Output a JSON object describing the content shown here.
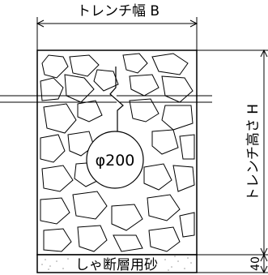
{
  "trench_width_label": "トレンチ幅 B",
  "trench_height_label": "トレンチ高さ H",
  "pipe_label": "φ200",
  "sand_layer_label": "しゃ断層用砂",
  "sand_layer_thickness": "40"
}
